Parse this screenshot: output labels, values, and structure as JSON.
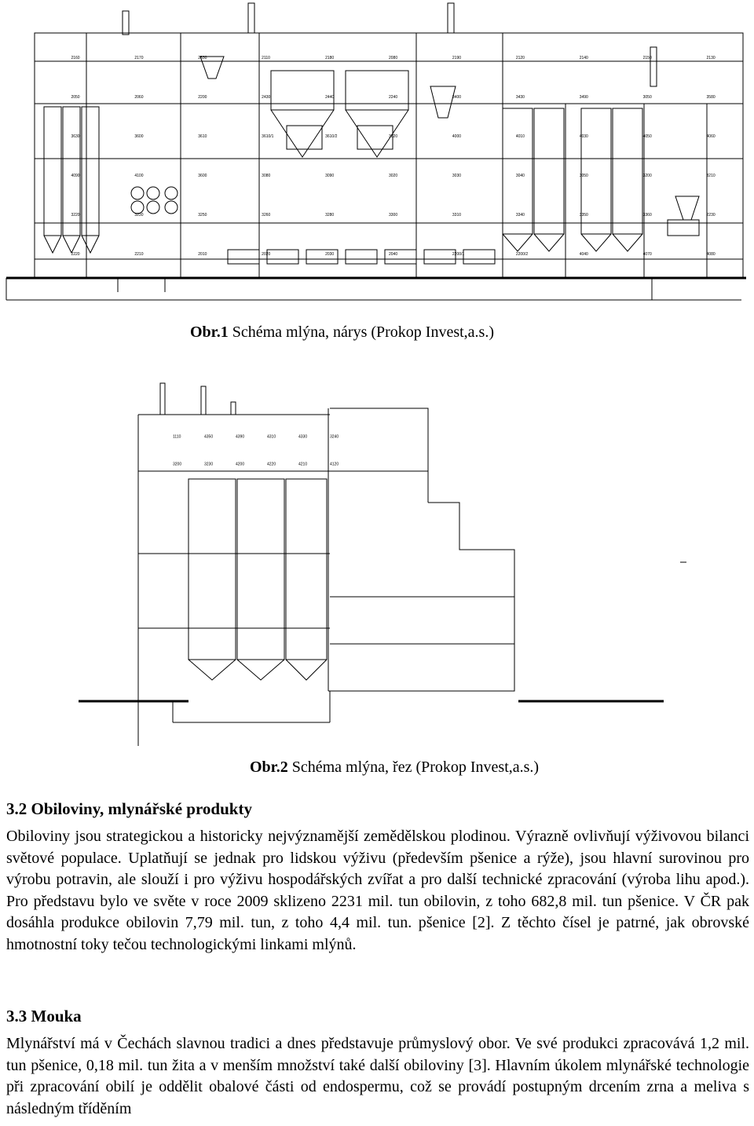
{
  "figure1": {
    "caption_num": "Obr.1",
    "caption_text": " Schéma mlýna, nárys (Prokop Invest,a.s.)",
    "labels": [
      "2160",
      "2170",
      "2530",
      "2110",
      "2180",
      "2080",
      "2190",
      "2120",
      "2140",
      "2150",
      "2130",
      "2050",
      "2060",
      "2200",
      "2430",
      "2440",
      "2240",
      "3400",
      "3430",
      "3490",
      "3050",
      "3580",
      "3630",
      "3600",
      "3610",
      "3610/1",
      "3610/2",
      "3620",
      "4000",
      "4010",
      "4030",
      "4050",
      "4060",
      "4090",
      "4100",
      "3600",
      "3080",
      "3090",
      "3020",
      "3030",
      "3040",
      "3050",
      "3200",
      "3210",
      "3220",
      "3230",
      "3250",
      "3260",
      "3280",
      "3300",
      "3310",
      "3340",
      "3350",
      "3360",
      "2230",
      "2220",
      "2210",
      "2010",
      "2020",
      "2030",
      "2040",
      "2200/1",
      "2200/2",
      "4040",
      "4070",
      "4080"
    ]
  },
  "figure2": {
    "caption_num": "Obr.2",
    "caption_text": " Schéma mlýna, řez (Prokop Invest,a.s.)",
    "labels": [
      "1110",
      "4350",
      "4390",
      "4310",
      "4330",
      "3240",
      "3200",
      "3230",
      "4200",
      "4220",
      "4210",
      "4120"
    ]
  },
  "section32": {
    "heading": "3.2 Obiloviny, mlynářské produkty",
    "text": "Obiloviny jsou strategickou a historicky nejvýznamější zemědělskou plodinou. Výrazně ovlivňují výživovou bilanci světové populace. Uplatňují se jednak pro lidskou výživu (především pšenice a rýže), jsou hlavní surovinou pro výrobu potravin, ale slouží i pro výživu hospodářských zvířat a pro další technické zpracování (výroba lihu apod.). Pro představu bylo ve světe v roce 2009 sklizeno 2231 mil. tun obilovin, z toho 682,8 mil. tun pšenice. V ČR pak dosáhla produkce obilovin 7,79 mil. tun, z toho 4,4 mil. tun. pšenice [2]. Z těchto čísel je patrné, jak obrovské hmotnostní toky tečou technologickými linkami mlýnů."
  },
  "section33": {
    "heading": "3.3 Mouka",
    "text": "Mlynářství má v Čechách slavnou tradici a dnes představuje průmyslový obor. Ve své produkci zpracovává 1,2 mil. tun pšenice, 0,18 mil. tun žita a v menším množství také další obiloviny [3]. Hlavním úkolem mlynářské technologie při zpracování obilí je oddělit obalové části od endospermu, což se provádí postupným drcením zrna a meliva s následným tříděním"
  }
}
